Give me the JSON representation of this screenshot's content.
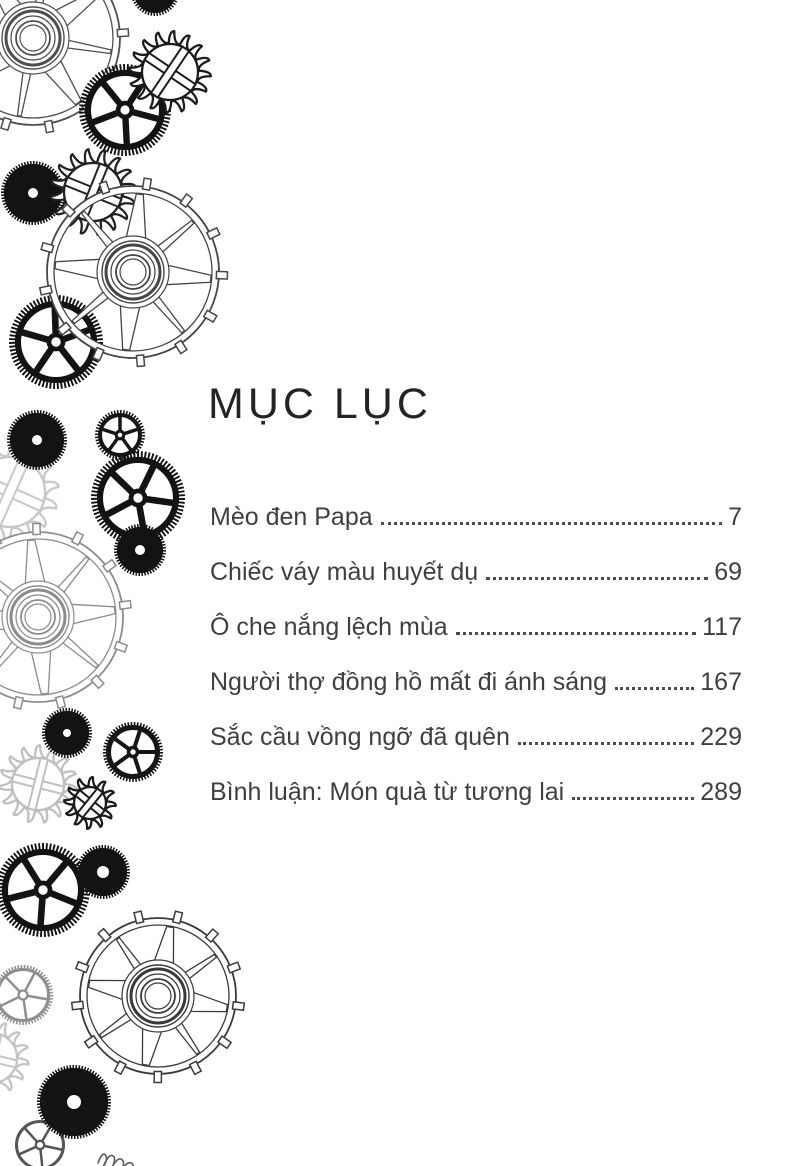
{
  "page": {
    "title": "MỤC LỤC"
  },
  "toc": {
    "entries": [
      {
        "label": "Mèo đen Papa",
        "page": "7"
      },
      {
        "label": "Chiếc váy màu huyết dụ",
        "page": "69"
      },
      {
        "label": "Ô che nắng lệch mùa",
        "page": "117"
      },
      {
        "label": "Người thợ đồng hồ mất đi ánh sáng",
        "page": "167"
      },
      {
        "label": "Sắc cầu vồng ngỡ đã quên",
        "page": "229"
      },
      {
        "label": "Bình luận: Món quà từ tương lai",
        "page": "289"
      }
    ]
  },
  "colors": {
    "text": "#3f3f3f",
    "title": "#242424",
    "background": "#ffffff",
    "gear_dark": "#131313"
  },
  "decor": {
    "alt": "clockwork gear ornaments"
  }
}
